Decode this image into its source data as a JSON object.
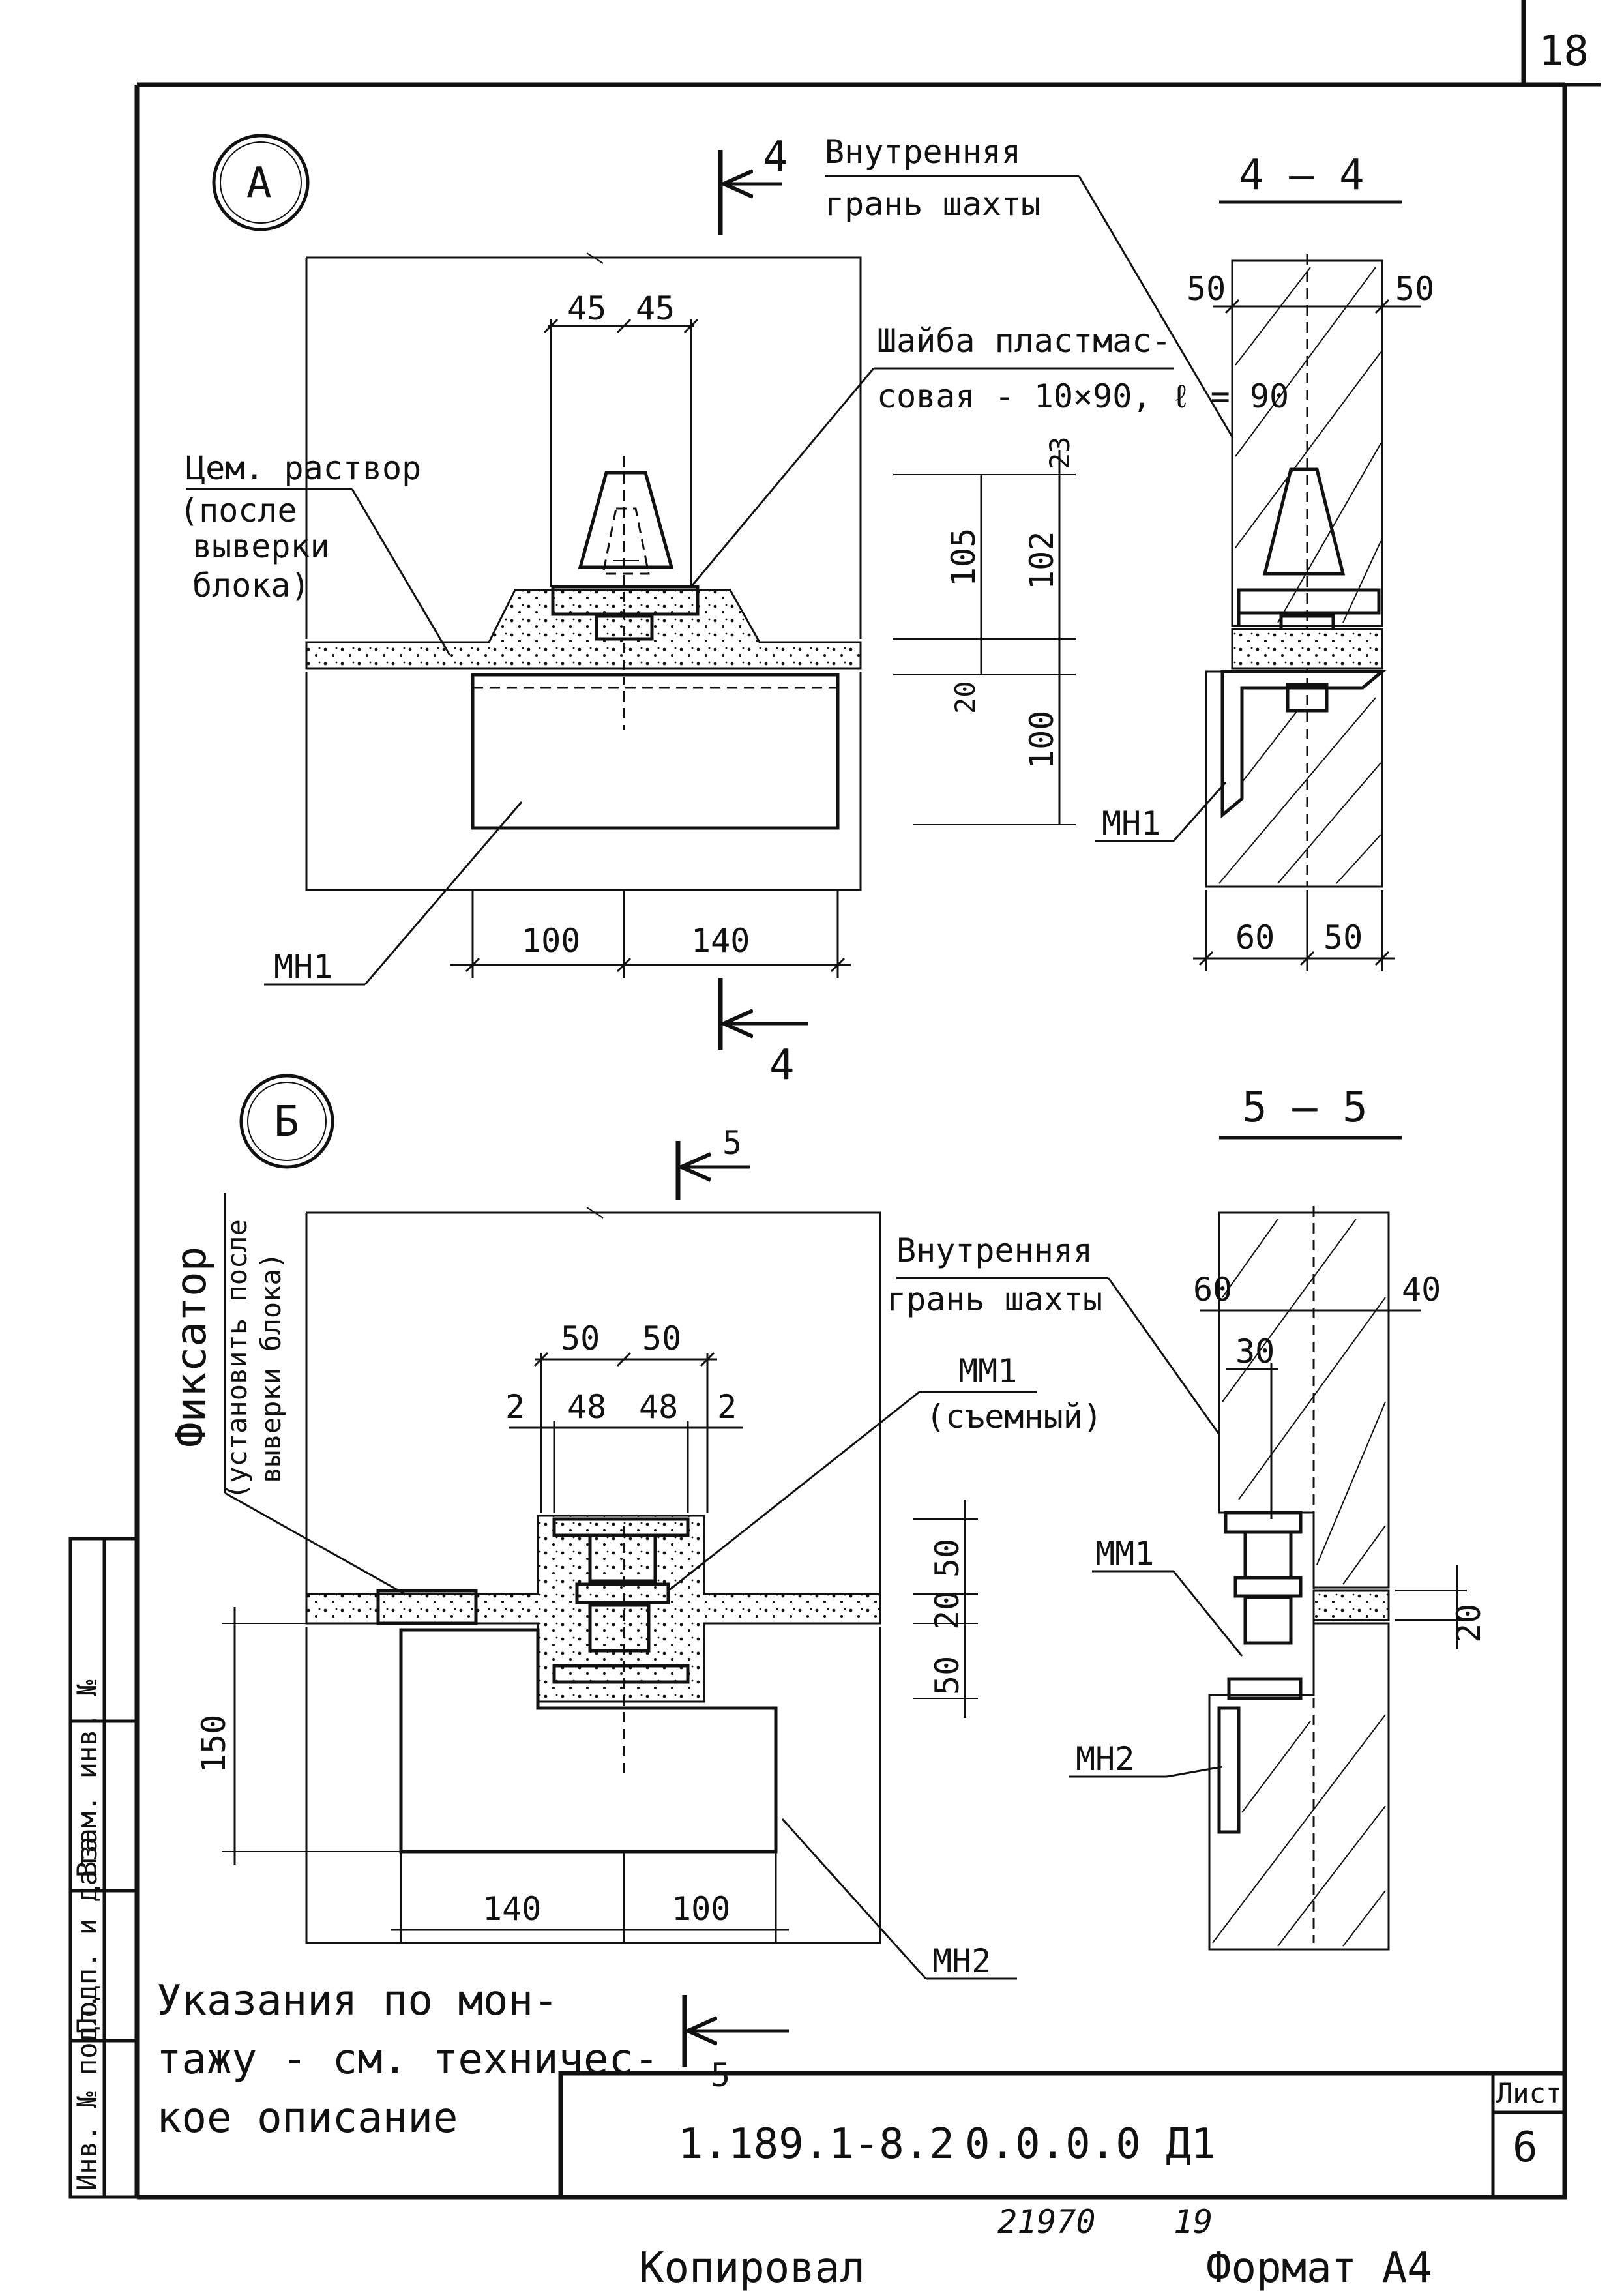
{
  "sheet_corner_number": "18",
  "detail_a": {
    "marker": "А",
    "cut_label": "4",
    "inner_face": [
      "Внутренняя",
      "грань шахты"
    ],
    "washer": [
      "Шайба пластмас-",
      "совая - 10×90, ℓ = 90"
    ],
    "mortar": [
      "Цем. раствор",
      "(после",
      "выверки",
      "блока)"
    ],
    "dims_top": [
      "45",
      "45"
    ],
    "dims_bottom": [
      "100",
      "140"
    ],
    "part": "МН1"
  },
  "section_4": {
    "title": "4 — 4",
    "dims_top": [
      "50",
      "50"
    ],
    "dims_side": [
      "23",
      "105",
      "102",
      "20",
      "100"
    ],
    "dims_bottom": [
      "60",
      "50"
    ],
    "part": "МН1"
  },
  "detail_b": {
    "marker": "Б",
    "cut_label": "5",
    "fixator": [
      "Фиксатор",
      "(установить после",
      "выверки блока)"
    ],
    "dims_top": [
      "50",
      "50"
    ],
    "dims_mid": [
      "2",
      "48",
      "48",
      "2"
    ],
    "dims_side": [
      "50",
      "20",
      "50"
    ],
    "dim_150": "150",
    "dims_bottom": [
      "140",
      "100"
    ],
    "mm1": [
      "ММ1",
      "(съемный)"
    ],
    "part": "МН2"
  },
  "section_5": {
    "title": "5 — 5",
    "inner_face": [
      "Внутренняя",
      "грань шахты"
    ],
    "dims_top": [
      "60",
      "40"
    ],
    "dim_30": "30",
    "dim_20": "20",
    "mm1": "ММ1",
    "part": "МН2"
  },
  "side_stamp": [
    "Инв. № подл.",
    "Подп. и дата",
    "Взам. инв. №"
  ],
  "note": [
    "Указания по мон-",
    "тажу - см. техничес-",
    "кое описание"
  ],
  "title_block": {
    "code": "1.189.1-8.2",
    "doc": "0.0.0.0 Д1",
    "sheet_label": "Лист",
    "sheet_number": "6"
  },
  "footer": {
    "stamp_number": "21970",
    "stamp_page": "19",
    "copied": "Копировал",
    "format": "Формат А4"
  }
}
